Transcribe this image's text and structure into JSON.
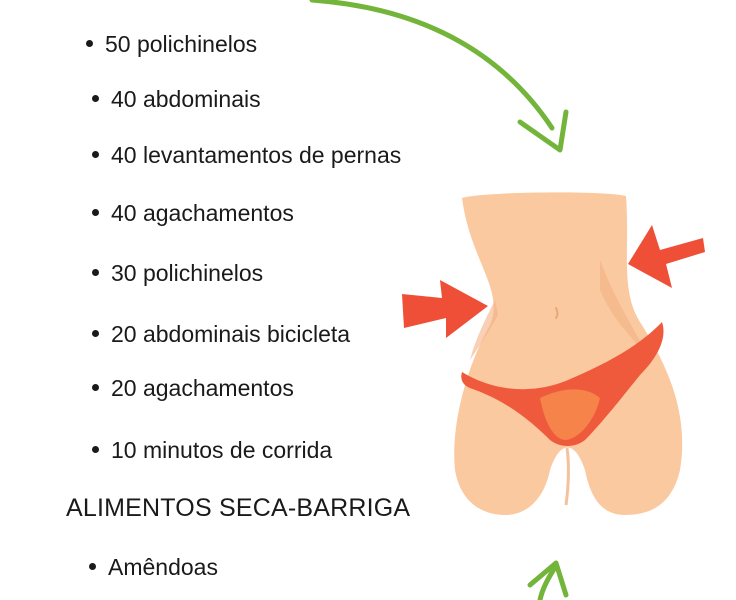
{
  "exercises": [
    "50 polichinelos",
    "40 abdominais",
    "40 levantamentos de pernas",
    "40 agachamentos",
    "30 polichinelos",
    "20 abdominais bicicleta",
    "20 agachamentos",
    "10 minutos de corrida"
  ],
  "foods_heading": "ALIMENTOS SECA-BARRIGA",
  "foods": [
    "Amêndoas"
  ],
  "colors": {
    "skin": "#fbc9a0",
    "skin_shade": "#f3b183",
    "bikini": "#ef5a3c",
    "bikini_light": "#f6834a",
    "arrow_red": "#ee4f36",
    "arrow_green": "#73b43a"
  },
  "icons": [
    "green-curved-arrow-icon",
    "red-arrow-icon",
    "waist-illustration"
  ]
}
